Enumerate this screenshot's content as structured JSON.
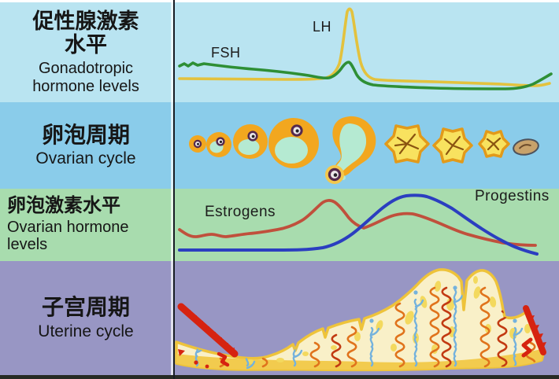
{
  "title": "Menstrual cycle diagram (hormones, ovarian cycle, uterine cycle)",
  "colors": {
    "panel1_bg": "#b9e4f1",
    "panel2_bg": "#8accea",
    "panel3_bg": "#a8dcae",
    "panel4_bg": "#9896c4",
    "bottom_strip": "#272b24",
    "divider": "#171c24",
    "text": "#161616",
    "fsh_line": "#2e8f35",
    "lh_line": "#e3c23e",
    "estrogen_line": "#c0503c",
    "progestin_line": "#2b3ec0",
    "follicle_orange": "#f2a71f",
    "follicle_mint": "#b5ead2",
    "oocyte_ring": "#552a4e",
    "corpus_luteum_fill": "#f8e25f",
    "corpus_luteum_stroke": "#e29a1a",
    "corpus_luteum_lines": "#8a5410",
    "corpus_albicans_fill": "#c8a26b",
    "corpus_albicans_stroke": "#4d525c",
    "endometrium_fill": "#f9f0c8",
    "endometrium_outline": "#eec33a",
    "basal_layer": "#f2cb4e",
    "gland_orange": "#e0731c",
    "gland_red": "#c23a12",
    "vessel_blue": "#74b2dd",
    "menses_red": "#d62310"
  },
  "panels": [
    {
      "zh_lines": [
        "促性腺激素",
        "水平"
      ],
      "en_lines": [
        "Gonadotropic",
        "hormone levels"
      ],
      "curves": {
        "fsh": "FSH",
        "lh": "LH"
      }
    },
    {
      "zh_lines": [
        "卵泡周期"
      ],
      "en_lines": [
        "Ovarian cycle"
      ],
      "illustration": "follicle growth, ovulation with released oocyte, corpus luteum stages, corpus albicans"
    },
    {
      "zh_lines": [
        "卵泡激素水平"
      ],
      "en_lines": [
        "Ovarian hormone",
        "levels"
      ],
      "curves": {
        "estrogens": "Estrogens",
        "progestins": "Progestins"
      }
    },
    {
      "zh_lines": [
        "子宫周期"
      ],
      "en_lines": [
        "Uterine cycle"
      ],
      "illustration": "endometrium shedding at cycle start, proliferation and thickening with glands and vessels, breakdown at cycle end"
    }
  ],
  "chart_data": [
    {
      "type": "line",
      "title": "Gonadotropic hormone levels",
      "xlabel": "one menstrual cycle (time, unlabeled axis)",
      "ylabel": "relative hormone level (unlabeled axis)",
      "series": [
        {
          "name": "FSH",
          "color": "#2e8f35",
          "x": [
            0.0,
            0.05,
            0.15,
            0.28,
            0.38,
            0.43,
            0.455,
            0.49,
            0.55,
            0.7,
            0.88,
            0.97
          ],
          "y": [
            0.38,
            0.4,
            0.34,
            0.28,
            0.24,
            0.35,
            0.44,
            0.2,
            0.16,
            0.14,
            0.13,
            0.3
          ]
        },
        {
          "name": "LH",
          "color": "#e3c23e",
          "x": [
            0.0,
            0.2,
            0.38,
            0.43,
            0.455,
            0.49,
            0.55,
            0.7,
            0.88,
            0.96
          ],
          "y": [
            0.24,
            0.23,
            0.26,
            0.6,
            1.0,
            0.3,
            0.22,
            0.2,
            0.17,
            0.19
          ]
        }
      ],
      "legend_position": "inline labels near curves",
      "grid": false
    },
    {
      "type": "line",
      "title": "Ovarian hormone levels",
      "xlabel": "one menstrual cycle (time, unlabeled axis)",
      "ylabel": "relative hormone level (unlabeled axis)",
      "series": [
        {
          "name": "Estrogens",
          "color": "#c0503c",
          "x": [
            0.0,
            0.06,
            0.13,
            0.22,
            0.32,
            0.38,
            0.42,
            0.47,
            0.55,
            0.63,
            0.72,
            0.82,
            0.92,
            0.97
          ],
          "y": [
            0.45,
            0.38,
            0.42,
            0.42,
            0.52,
            0.68,
            0.88,
            0.52,
            0.72,
            0.62,
            0.48,
            0.34,
            0.25,
            0.23
          ]
        },
        {
          "name": "Progestins",
          "color": "#2b3ec0",
          "x": [
            0.0,
            0.35,
            0.45,
            0.52,
            0.58,
            0.63,
            0.7,
            0.78,
            0.86,
            0.94,
            0.97
          ],
          "y": [
            0.15,
            0.15,
            0.32,
            0.68,
            0.94,
            0.92,
            0.75,
            0.52,
            0.3,
            0.13,
            0.1
          ]
        }
      ],
      "legend_position": "inline labels near curves",
      "grid": false
    }
  ]
}
